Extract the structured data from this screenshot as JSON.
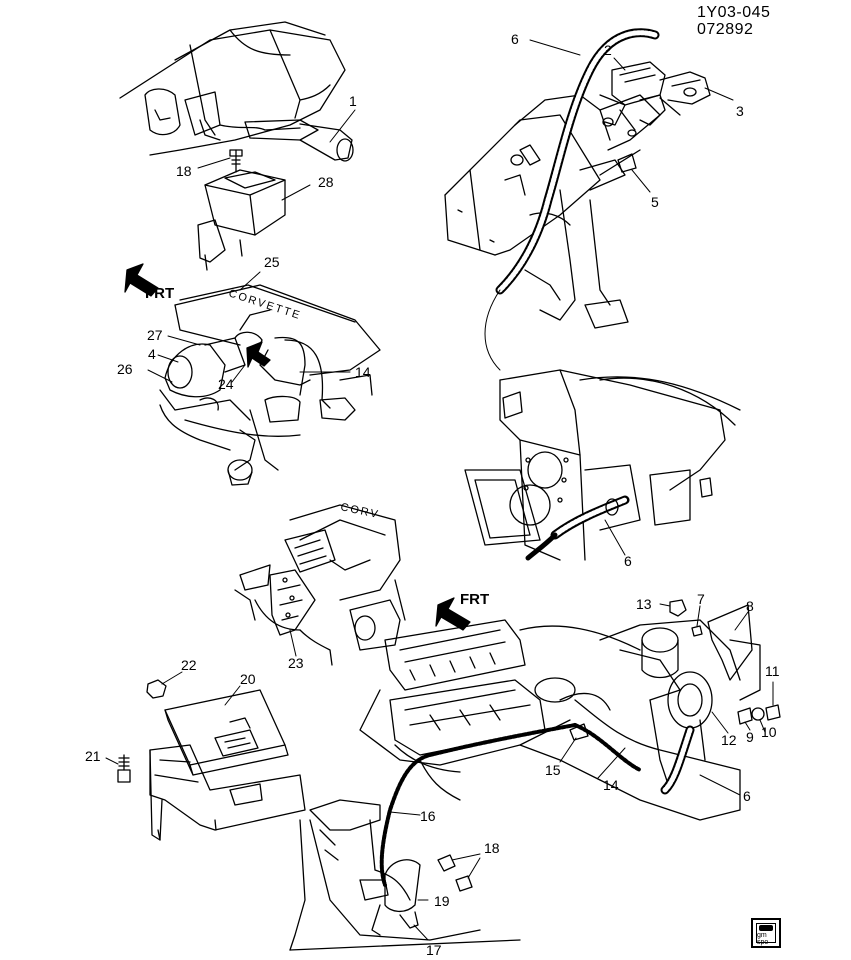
{
  "header": {
    "code": "1Y03-045",
    "date": "072892"
  },
  "frt_label": "FRT",
  "callouts": {
    "c1": "1",
    "c2": "2",
    "c3": "3",
    "c4": "4",
    "c5": "5",
    "c6a": "6",
    "c6b": "6",
    "c6c": "6",
    "c7": "7",
    "c8": "8",
    "c9": "9",
    "c10": "10",
    "c11": "11",
    "c12": "12",
    "c13": "13",
    "c14a": "14",
    "c14b": "14",
    "c15": "15",
    "c16": "16",
    "c17": "17",
    "c18a": "18",
    "c18b": "18",
    "c19": "19",
    "c20": "20",
    "c21": "21",
    "c22": "22",
    "c23": "23",
    "c24": "24",
    "c25": "25",
    "c26": "26",
    "c27": "27",
    "c28": "28"
  },
  "engine_lettering": {
    "top": "CORVETTE",
    "middle": "CORV"
  },
  "logo": {
    "text_top": "gm",
    "text_bottom": "spo"
  }
}
